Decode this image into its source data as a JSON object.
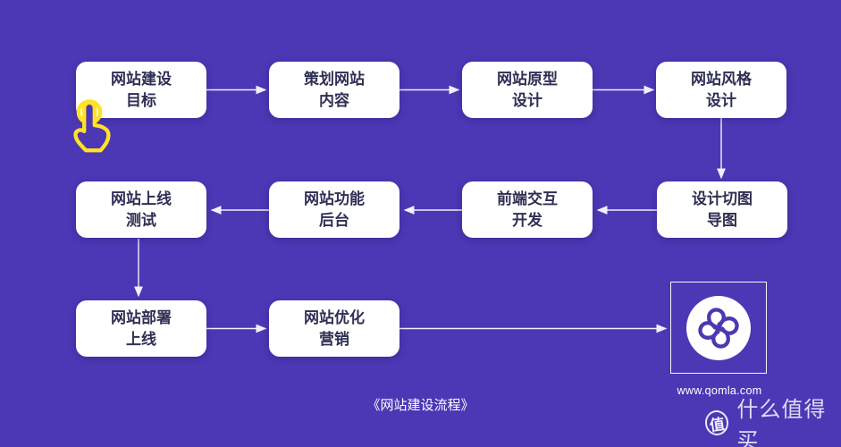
{
  "flow": {
    "caption": "《网站建设流程》",
    "nodes": [
      {
        "line1": "网站建设",
        "line2": "目标"
      },
      {
        "line1": "策划网站",
        "line2": "内容"
      },
      {
        "line1": "网站原型",
        "line2": "设计"
      },
      {
        "line1": "网站风格",
        "line2": "设计"
      },
      {
        "line1": "网站上线",
        "line2": "测试"
      },
      {
        "line1": "网站功能",
        "line2": "后台"
      },
      {
        "line1": "前端交互",
        "line2": "开发"
      },
      {
        "line1": "设计切图",
        "line2": "导图"
      },
      {
        "line1": "网站部署",
        "line2": "上线"
      },
      {
        "line1": "网站优化",
        "line2": "营销"
      }
    ],
    "logo": {
      "icon": "qomla-clover-logo",
      "website": "www.qomla.com"
    }
  },
  "cursor": {
    "icon": "tap-hand-icon"
  },
  "watermark": {
    "badge": "值",
    "label": "什么值得买"
  },
  "colors": {
    "background": "#4C37B5",
    "node_bg": "#FFFFFF",
    "node_text": "#2F2F55",
    "connector": "#FFFFFF",
    "cursor_yellow": "#FFE226"
  }
}
